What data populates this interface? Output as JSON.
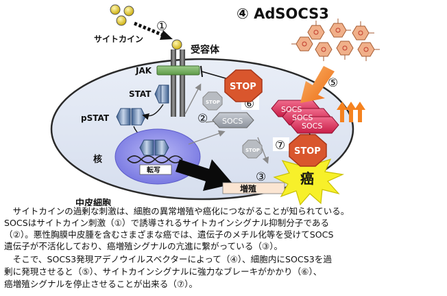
{
  "title": "④ AdSOCS3",
  "labels": {
    "cytokine": "サイトカイン",
    "receptor": "受容体",
    "jak": "JAK",
    "stat": "STAT",
    "pstat": "pSTAT",
    "nucleus": "核",
    "transcription": "転写",
    "proliferation": "増殖",
    "cancer": "癌",
    "mesothelial_cell": "中皮細胞",
    "stop": "STOP",
    "socs": "SOCS",
    "num_1": "①",
    "num_2": "②",
    "num_3": "③",
    "num_5": "⑤",
    "num_6": "⑥",
    "num_7": "⑦"
  },
  "paragraphs": [
    "　サイトカインの過剰な刺激は、細胞の異常増殖や癌化につながることが知られている。",
    "SOCSはサイトカイン刺激（①）で誘導されるサイトカインシグナル抑制分子である",
    "（②）。悪性胸膜中皮腫を含むさまざまな癌では、遺伝子のメチル化等を受けてSOCS",
    "遺伝子が不活化しており、癌増殖シグナルの亢進に繋がっている（③）。",
    "　そこで、SOCS3発現アデノウイルスベクターによって（④）、細胞内にSOCS3を過",
    "剰に発現させると（⑤）、サイトカインシグナルに強力なブレーキがかかり（⑥）、",
    "癌増殖シグナルを停止させることが出来る（⑦）。"
  ],
  "colors": {
    "cell_fill": "#dfe6f3",
    "nucleus": "#8d8de8",
    "stop": "#d9562d",
    "socs_pink": "#e8305a",
    "arrow_orange": "#f5821f",
    "cancer_yellow": "#f7f02a",
    "virus_orange": "#f0b08a"
  },
  "icons": [
    "cytokine-molecule-icon",
    "adenovirus-vector-icon",
    "stop-sign-icon",
    "up-arrow-icon",
    "dna-helix-icon"
  ]
}
